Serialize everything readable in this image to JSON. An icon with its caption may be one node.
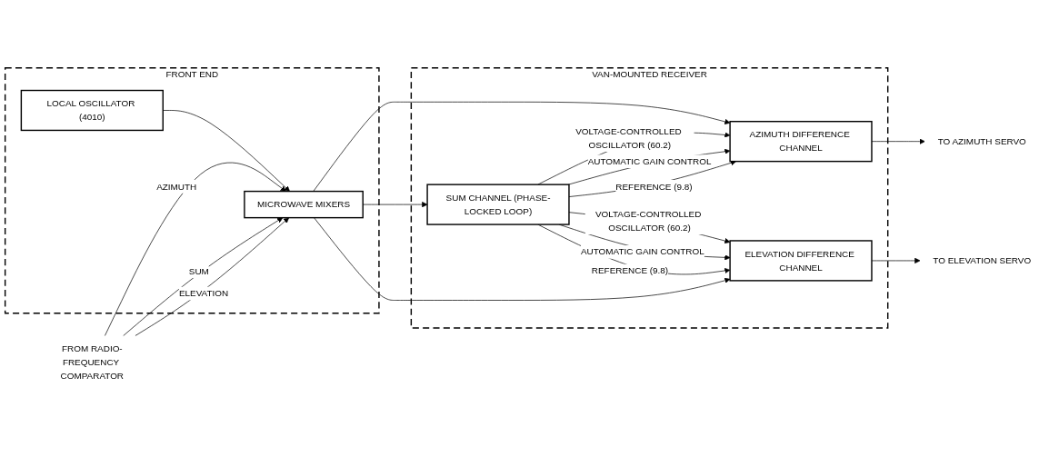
{
  "diagram": {
    "nodes": [
      {
        "text": [
          "FROM RADIO-FREQUENCY COMPARATOR"
        ]
      },
      {
        "text": [
          "FRONT END"
        ]
      },
      {
        "text": [
          "MICROWAVE MIXERS"
        ],
        "in": 1
      },
      {
        "text": [
          "LOCAL OSCILLATOR (4010)"
        ],
        "in": 1
      },
      {
        "text": [
          "VAN-MOUNTED RECEIVER"
        ]
      },
      {
        "text": [
          "AZIMUTH DIFFERENCE CHANNEL"
        ],
        "in": 4
      },
      {
        "text": [
          "SUM CHANNEL (PHASE-LOCKED LOOP)"
        ],
        "in": 4
      },
      {
        "text": [
          "ELEVATION DIFFERENCE CHANNEL"
        ],
        "in": 4
      },
      {
        "text": [
          "TO AZIMUTH SERVO"
        ]
      },
      {
        "text": [
          "TO ELEVATION SERVO"
        ]
      }
    ],
    "edges": [
      {
        "from": 0,
        "to": 2,
        "arrow": "to",
        "label": "AZIMUTH"
      },
      {
        "from": 0,
        "to": 2,
        "arrow": "to",
        "label": "SUM"
      },
      {
        "from": 0,
        "to": 2,
        "arrow": "to",
        "label": "ELEVATION"
      },
      {
        "from": 3,
        "to": 2,
        "arrow": "to"
      },
      {
        "from": 2,
        "to": 5,
        "arrow": "to"
      },
      {
        "from": 2,
        "to": 6,
        "arrow": "to"
      },
      {
        "from": 2,
        "to": 7,
        "arrow": "to"
      },
      {
        "from": 6,
        "to": 5,
        "arrow": "to",
        "label": "VOLTAGE-CONTROLLED OSCILLATOR (60.2)"
      },
      {
        "from": 6,
        "to": 5,
        "arrow": "to",
        "label": "AUTOMATIC GAIN CONTROL"
      },
      {
        "from": 6,
        "to": 5,
        "arrow": "to",
        "label": "REFERENCE (9.8)"
      },
      {
        "from": 6,
        "to": 7,
        "arrow": "to",
        "label": "VOLTAGE-CONTROLLED OSCILLATOR (60.2)"
      },
      {
        "from": 6,
        "to": 7,
        "arrow": "to",
        "label": "AUTOMATIC GAIN CONTROL"
      },
      {
        "from": 6,
        "to": 7,
        "arrow": "to",
        "label": "REFERENCE (9.8)"
      },
      {
        "from": 5,
        "to": 8,
        "arrow": "to"
      },
      {
        "from": 7,
        "to": 9,
        "arrow": "to"
      }
    ]
  }
}
